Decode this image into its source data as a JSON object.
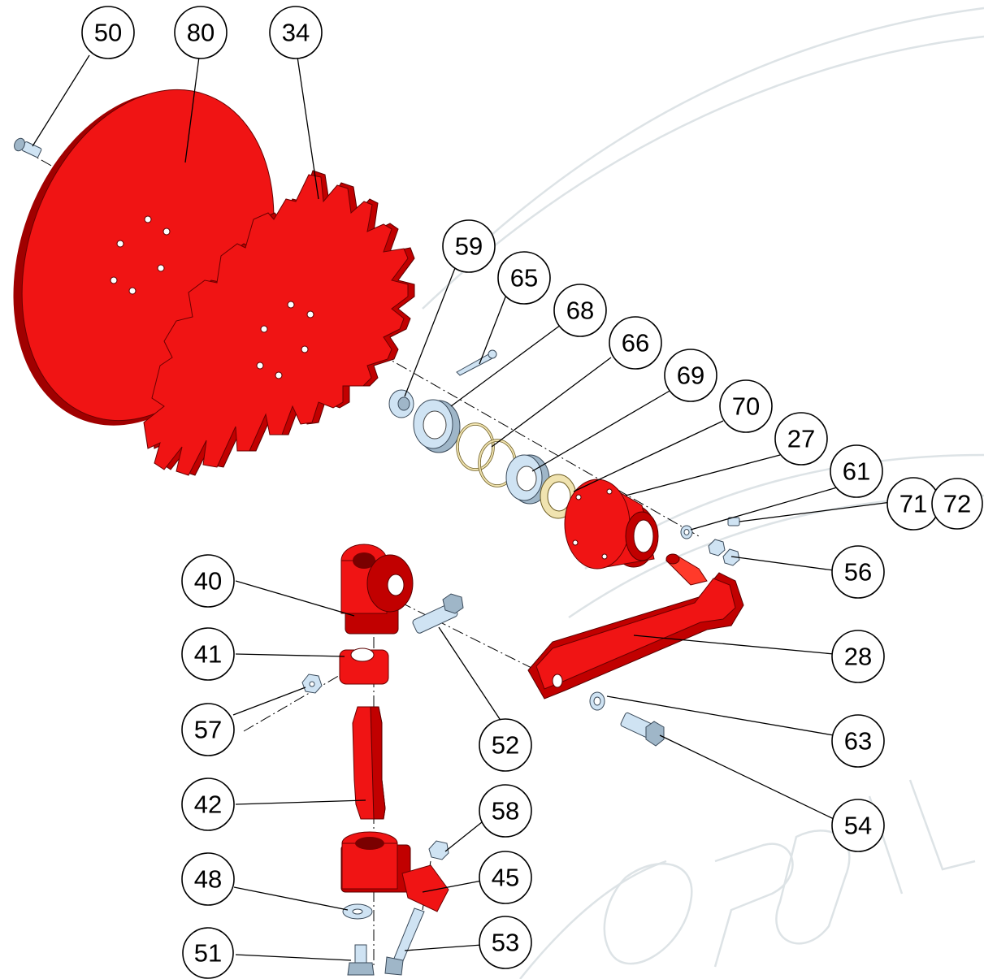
{
  "diagram": {
    "callouts": [
      "50",
      "80",
      "34",
      "59",
      "65",
      "68",
      "66",
      "69",
      "70",
      "27",
      "61",
      "71",
      "72",
      "56",
      "40",
      "41",
      "57",
      "52",
      "28",
      "63",
      "54",
      "42",
      "58",
      "45",
      "48",
      "53",
      "51"
    ],
    "watermark": "OPALL"
  },
  "colors": {
    "part_red": "#f01414",
    "hardware_steel": "#cfe3f3",
    "brass_ring": "#f0e3b0",
    "watermark": "#dde3e6"
  }
}
